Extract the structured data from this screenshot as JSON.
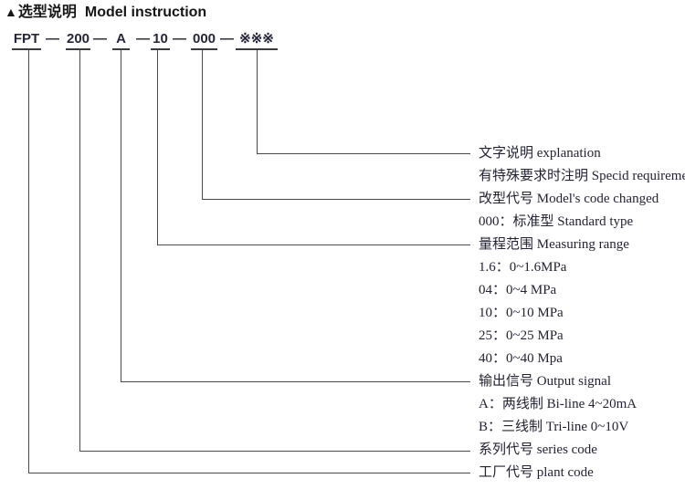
{
  "title": {
    "marker": "▲",
    "cn": "选型说明",
    "en": "Model instruction"
  },
  "model_code": {
    "separator": "—",
    "segments": [
      "FPT",
      "200",
      "A",
      "10",
      "000",
      "※※※"
    ]
  },
  "labels": [
    "文字说明 explanation",
    "有特殊要求时注明 Specid requirement",
    "改型代号 Model's code changed",
    "000：标准型 Standard type",
    "量程范围 Measuring range",
    "1.6：0~1.6MPa",
    "04：0~4 MPa",
    "10：0~10 MPa",
    "25：0~25 MPa",
    "40：0~40 Mpa",
    "输出信号 Output signal",
    "A：两线制 Bi-line 4~20mA",
    "B：三线制 Tri-line 0~10V",
    "系列代号 series code",
    "工厂代号 plant code"
  ],
  "colors": {
    "background": "#ffffff",
    "title": "#161616",
    "text": "#232335",
    "line": "#4a4a4a",
    "underline": "#3a3a44"
  }
}
